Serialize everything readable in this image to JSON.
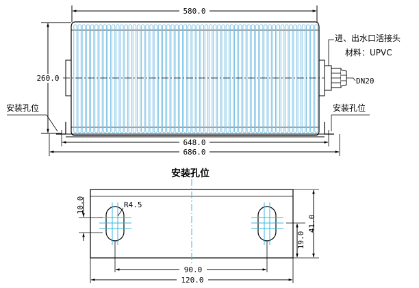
{
  "drawing": {
    "top_view": {
      "dim_top_width": "580.0",
      "dim_height": "260.0",
      "dim_base_inner": "648.0",
      "dim_base_outer": "686.0",
      "label_inlet": "进、出水口活接头",
      "label_material": "材料：UPVC",
      "label_dn": "DN20",
      "label_mount_left": "安装孔位",
      "label_mount_right": "安装孔位",
      "fin_count": 58
    },
    "detail_view": {
      "title": "安装孔位",
      "dim_slot_height": "10.0",
      "label_radius": "R4.5",
      "dim_hole_spacing": "90.0",
      "dim_plate_width": "120.0",
      "dim_hole_offset": "19.0",
      "dim_plate_height": "41.0"
    },
    "colors": {
      "line": "#000000",
      "fin": "#7fc3e6",
      "center": "#37b7dc"
    }
  }
}
